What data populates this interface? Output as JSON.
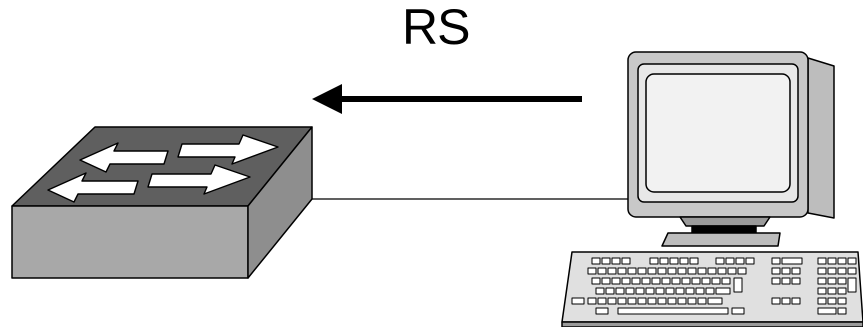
{
  "diagram": {
    "message_label": "RS",
    "colors": {
      "device_top": "#5f5f5f",
      "device_front": "#a8a8a8",
      "device_side": "#8e8e8e",
      "outline": "#000000",
      "background": "#ffffff"
    },
    "nodes": [
      {
        "id": "switch",
        "icon": "network-switch-icon"
      },
      {
        "id": "host",
        "icon": "desktop-computer-icon"
      }
    ],
    "edges": [
      {
        "from": "switch",
        "to": "host",
        "style": "thin-line"
      }
    ],
    "arrows": [
      {
        "direction": "host-to-switch",
        "label_ref": "message_label"
      }
    ]
  }
}
